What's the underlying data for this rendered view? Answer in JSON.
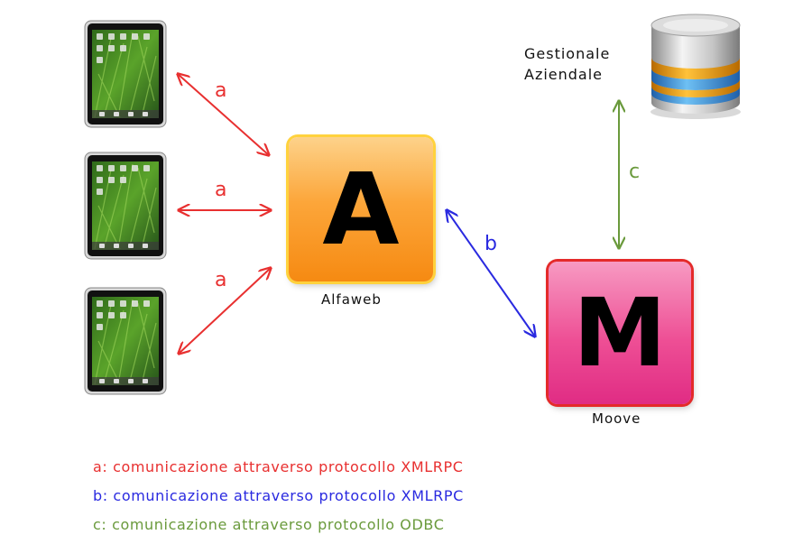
{
  "nodes": {
    "alfaweb": {
      "glyph": "A",
      "name": "Alfaweb"
    },
    "moove": {
      "glyph": "M",
      "name": "Moove"
    },
    "gestionale": {
      "line1": "Gestionale",
      "line2": "Aziendale"
    }
  },
  "connections": {
    "tablet1": "a",
    "tablet2": "a",
    "tablet3": "a",
    "alfaweb_moove": "b",
    "moove_gestionale": "c"
  },
  "legend": [
    {
      "text": "a: comunicazione attraverso protocollo XMLRPC"
    },
    {
      "text": "b: comunicazione attraverso protocollo XMLRPC"
    },
    {
      "text": "c: comunicazione attraverso protocollo ODBC"
    }
  ],
  "colors": {
    "a": "#e83030",
    "b": "#2a2ae0",
    "c": "#6a9a3c"
  }
}
